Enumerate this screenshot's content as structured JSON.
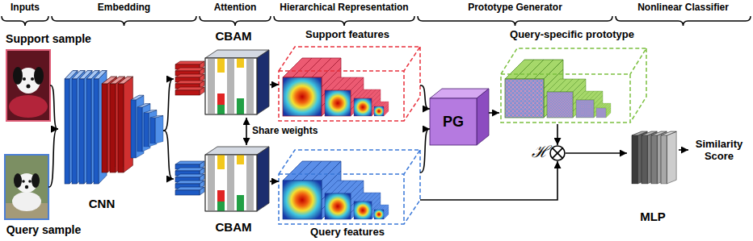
{
  "diagram": {
    "nodes": [
      {
        "text": [
          "Support sample"
        ]
      },
      {
        "text": [
          "Query sample"
        ]
      },
      {
        "text": [
          "CNN"
        ]
      },
      {
        "text": [
          "CBAM"
        ]
      },
      {
        "text": [
          "CBAM"
        ]
      },
      {
        "text": [
          "Support features"
        ]
      },
      {
        "text": [
          "Query features"
        ]
      },
      {
        "text": [
          "PG"
        ]
      },
      {
        "text": [
          "Query-specific prototype"
        ]
      },
      {
        "text": [
          "ℋ"
        ]
      },
      {
        "text": [
          "MLP"
        ]
      },
      {
        "text": [
          "Similarity Score"
        ]
      }
    ],
    "edges": [
      {
        "from": 0,
        "to": 2,
        "arrow": "to"
      },
      {
        "from": 1,
        "to": 2,
        "arrow": "to"
      },
      {
        "from": 2,
        "to": 3,
        "arrow": "to"
      },
      {
        "from": 2,
        "to": 4,
        "arrow": "to"
      },
      {
        "from": 3,
        "to": 4,
        "label": "Share weights",
        "arrow": "both"
      },
      {
        "from": 3,
        "to": 5,
        "arrow": "to"
      },
      {
        "from": 4,
        "to": 6,
        "arrow": "to"
      },
      {
        "from": 5,
        "to": 7,
        "arrow": "to"
      },
      {
        "from": 6,
        "to": 7,
        "arrow": "to"
      },
      {
        "from": 7,
        "to": 8,
        "arrow": "to"
      },
      {
        "from": 8,
        "to": 9,
        "arrow": "to"
      },
      {
        "from": 6,
        "to": 9,
        "arrow": "to"
      },
      {
        "from": 9,
        "to": 10,
        "arrow": "to"
      },
      {
        "from": 10,
        "to": 11,
        "arrow": "to"
      }
    ],
    "labels": [
      "Inputs",
      "Embedding",
      "Attention",
      "Hierarchical Representation",
      "Prototype Generator",
      "Nonlinear Classifier"
    ]
  }
}
